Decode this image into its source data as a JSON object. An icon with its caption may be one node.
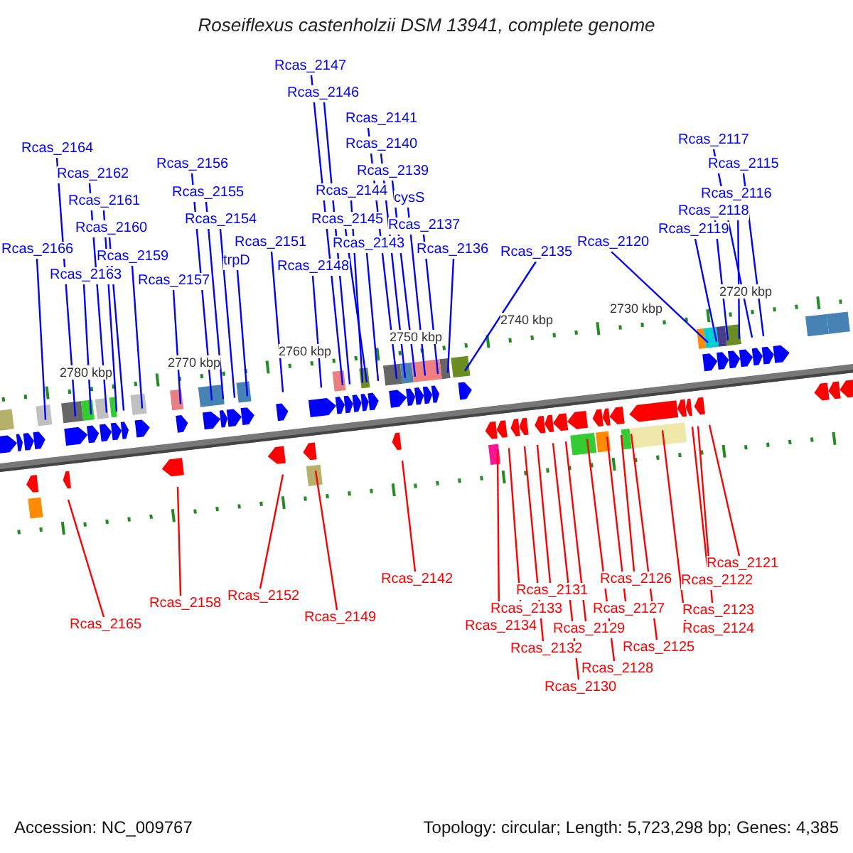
{
  "diagram": {
    "title": "Roseiflexus castenholzii DSM 13941, complete genome",
    "nodes": [
      {
        "text": [
          "Rcas_2147"
        ]
      },
      {
        "text": [
          "Rcas_2146"
        ]
      },
      {
        "text": [
          "Rcas_2141"
        ]
      },
      {
        "text": [
          "Rcas_2140"
        ]
      },
      {
        "text": [
          "Rcas_2164"
        ]
      },
      {
        "text": [
          "Rcas_2156"
        ]
      },
      {
        "text": [
          "Rcas_2139"
        ]
      },
      {
        "text": [
          "Rcas_2162"
        ]
      },
      {
        "text": [
          "Rcas_2144"
        ]
      },
      {
        "text": [
          "Rcas_2155"
        ]
      },
      {
        "text": [
          "cysS"
        ]
      },
      {
        "text": [
          "Rcas_2161"
        ]
      },
      {
        "text": [
          "Rcas_2145"
        ]
      },
      {
        "text": [
          "Rcas_2154"
        ]
      },
      {
        "text": [
          "Rcas_2137"
        ]
      },
      {
        "text": [
          "Rcas_2160"
        ]
      },
      {
        "text": [
          "Rcas_2151"
        ]
      },
      {
        "text": [
          "Rcas_2143"
        ]
      },
      {
        "text": [
          "Rcas_2166"
        ]
      },
      {
        "text": [
          "Rcas_2136"
        ]
      },
      {
        "text": [
          "Rcas_2159"
        ]
      },
      {
        "text": [
          "trpD"
        ]
      },
      {
        "text": [
          "Rcas_2148"
        ]
      },
      {
        "text": [
          "Rcas_2163"
        ]
      },
      {
        "text": [
          "Rcas_2157"
        ]
      },
      {
        "text": [
          "Rcas_2135"
        ]
      },
      {
        "text": [
          "Rcas_2120"
        ]
      },
      {
        "text": [
          "Rcas_2117"
        ]
      },
      {
        "text": [
          "Rcas_2115"
        ]
      },
      {
        "text": [
          "Rcas_2116"
        ]
      },
      {
        "text": [
          "Rcas_2118"
        ]
      },
      {
        "text": [
          "Rcas_2119"
        ]
      },
      {
        "text": [
          "Rcas_2142"
        ]
      },
      {
        "text": [
          "Rcas_2121"
        ]
      },
      {
        "text": [
          "Rcas_2122"
        ]
      },
      {
        "text": [
          "Rcas_2126"
        ]
      },
      {
        "text": [
          "Rcas_2131"
        ]
      },
      {
        "text": [
          "Rcas_2152"
        ]
      },
      {
        "text": [
          "Rcas_2158"
        ]
      },
      {
        "text": [
          "Rcas_2127"
        ]
      },
      {
        "text": [
          "Rcas_2133"
        ]
      },
      {
        "text": [
          "Rcas_2123"
        ]
      },
      {
        "text": [
          "Rcas_2149"
        ]
      },
      {
        "text": [
          "Rcas_2165"
        ]
      },
      {
        "text": [
          "Rcas_2134"
        ]
      },
      {
        "text": [
          "Rcas_2129"
        ]
      },
      {
        "text": [
          "Rcas_2124"
        ]
      },
      {
        "text": [
          "Rcas_2125"
        ]
      },
      {
        "text": [
          "Rcas_2132"
        ]
      },
      {
        "text": [
          "Rcas_2128"
        ]
      },
      {
        "text": [
          "Rcas_2130"
        ]
      }
    ],
    "edges": [
      {
        "from": 0,
        "to": null,
        "arrow": "none"
      },
      {
        "from": 1,
        "to": null,
        "arrow": "none"
      },
      {
        "from": 2,
        "to": null,
        "arrow": "none"
      },
      {
        "from": 3,
        "to": null,
        "arrow": "none"
      },
      {
        "from": 4,
        "to": null,
        "arrow": "none"
      },
      {
        "from": 5,
        "to": null,
        "arrow": "none"
      },
      {
        "from": 6,
        "to": null,
        "arrow": "none"
      },
      {
        "from": 7,
        "to": null,
        "arrow": "none"
      },
      {
        "from": 8,
        "to": null,
        "arrow": "none"
      },
      {
        "from": 9,
        "to": null,
        "arrow": "none"
      },
      {
        "from": 10,
        "to": null,
        "arrow": "none"
      },
      {
        "from": 11,
        "to": null,
        "arrow": "none"
      },
      {
        "from": 12,
        "to": null,
        "arrow": "none"
      },
      {
        "from": 13,
        "to": null,
        "arrow": "none"
      },
      {
        "from": 14,
        "to": null,
        "arrow": "none"
      },
      {
        "from": 15,
        "to": null,
        "arrow": "none"
      },
      {
        "from": 16,
        "to": null,
        "arrow": "none"
      },
      {
        "from": 17,
        "to": null,
        "arrow": "none"
      },
      {
        "from": 18,
        "to": null,
        "arrow": "none"
      },
      {
        "from": 19,
        "to": null,
        "arrow": "none"
      },
      {
        "from": 20,
        "to": null,
        "arrow": "none"
      },
      {
        "from": 21,
        "to": null,
        "arrow": "none"
      },
      {
        "from": 22,
        "to": null,
        "arrow": "none"
      },
      {
        "from": 23,
        "to": null,
        "arrow": "none"
      },
      {
        "from": 24,
        "to": null,
        "arrow": "none"
      },
      {
        "from": 25,
        "to": null,
        "arrow": "none"
      },
      {
        "from": 26,
        "to": null,
        "arrow": "none"
      },
      {
        "from": 27,
        "to": null,
        "arrow": "none"
      },
      {
        "from": 28,
        "to": null,
        "arrow": "none"
      },
      {
        "from": 29,
        "to": null,
        "arrow": "none"
      },
      {
        "from": 30,
        "to": null,
        "arrow": "none"
      },
      {
        "from": 31,
        "to": null,
        "arrow": "none"
      },
      {
        "from": 32,
        "to": null,
        "arrow": "none",
        "color": "#ff0000"
      },
      {
        "from": 33,
        "to": null,
        "arrow": "none",
        "color": "#ff0000"
      },
      {
        "from": 34,
        "to": null,
        "arrow": "none",
        "color": "#ff0000"
      },
      {
        "from": 35,
        "to": null,
        "arrow": "none",
        "color": "#ff0000"
      },
      {
        "from": 36,
        "to": null,
        "arrow": "none",
        "color": "#ff0000"
      },
      {
        "from": 37,
        "to": null,
        "arrow": "none",
        "color": "#ff0000"
      },
      {
        "from": 38,
        "to": null,
        "arrow": "none",
        "color": "#ff0000"
      },
      {
        "from": 39,
        "to": null,
        "arrow": "none",
        "color": "#ff0000"
      },
      {
        "from": 40,
        "to": null,
        "arrow": "none",
        "color": "#ff0000"
      },
      {
        "from": 41,
        "to": null,
        "arrow": "none",
        "color": "#ff0000"
      },
      {
        "from": 42,
        "to": null,
        "arrow": "none",
        "color": "#ff0000"
      },
      {
        "from": 43,
        "to": null,
        "arrow": "none",
        "color": "#ff0000"
      },
      {
        "from": 44,
        "to": null,
        "arrow": "none",
        "color": "#ff0000"
      },
      {
        "from": 45,
        "to": null,
        "arrow": "none",
        "color": "#ff0000"
      },
      {
        "from": 46,
        "to": null,
        "arrow": "none",
        "color": "#ff0000"
      },
      {
        "from": 47,
        "to": null,
        "arrow": "none",
        "color": "#ff0000"
      },
      {
        "from": 48,
        "to": null,
        "arrow": "none",
        "color": "#ff0000"
      },
      {
        "from": 49,
        "to": null,
        "arrow": "none",
        "color": "#ff0000"
      },
      {
        "from": 50,
        "to": null,
        "arrow": "none",
        "color": "#ff0000"
      }
    ],
    "labels": [
      "2720 kbp",
      "2730 kbp",
      "2740 kbp",
      "2750 kbp",
      "2760 kbp",
      "2770 kbp",
      "2780 kbp",
      "Accession: NC_009767",
      "Topology: circular; Length: 5,723,298 bp; Genes: 4,385"
    ]
  }
}
